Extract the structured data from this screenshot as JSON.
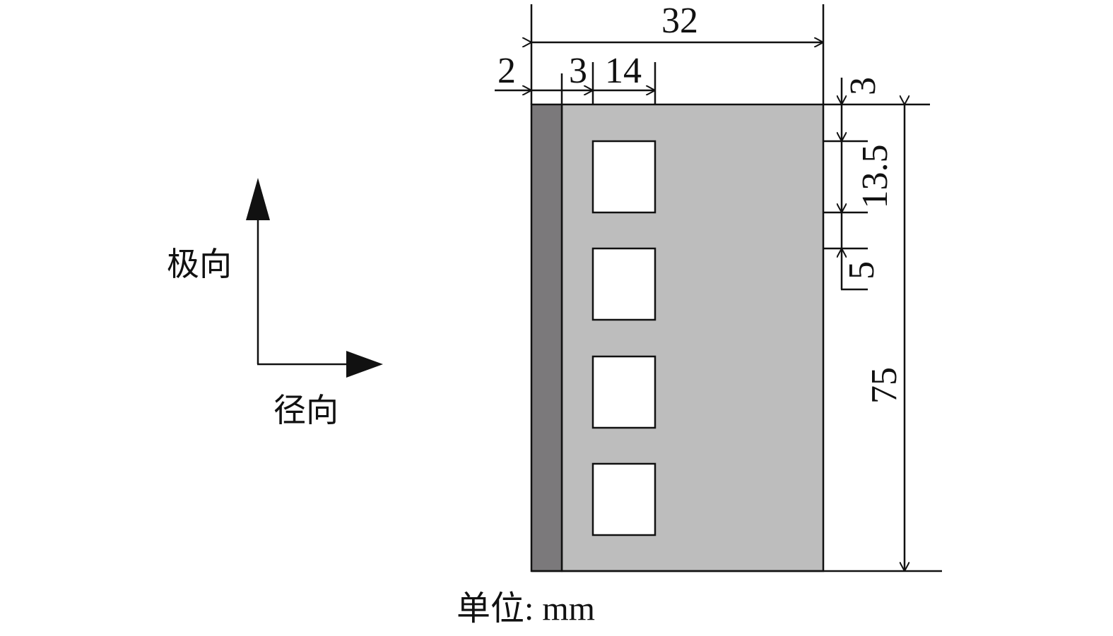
{
  "axes": {
    "vertical_label": "极向",
    "horizontal_label": "径向"
  },
  "dimensions": {
    "total_width": "32",
    "wall_thickness": "2",
    "hole_offset": "3",
    "hole_width": "14",
    "top_margin": "3",
    "hole_pitch": "13.5",
    "hole_gap": "5",
    "total_height": "75"
  },
  "unit_label": "单位: mm",
  "colors": {
    "wall": "#7b797b",
    "body": "#bdbdbd",
    "hole": "#ffffff",
    "line": "#111111"
  }
}
